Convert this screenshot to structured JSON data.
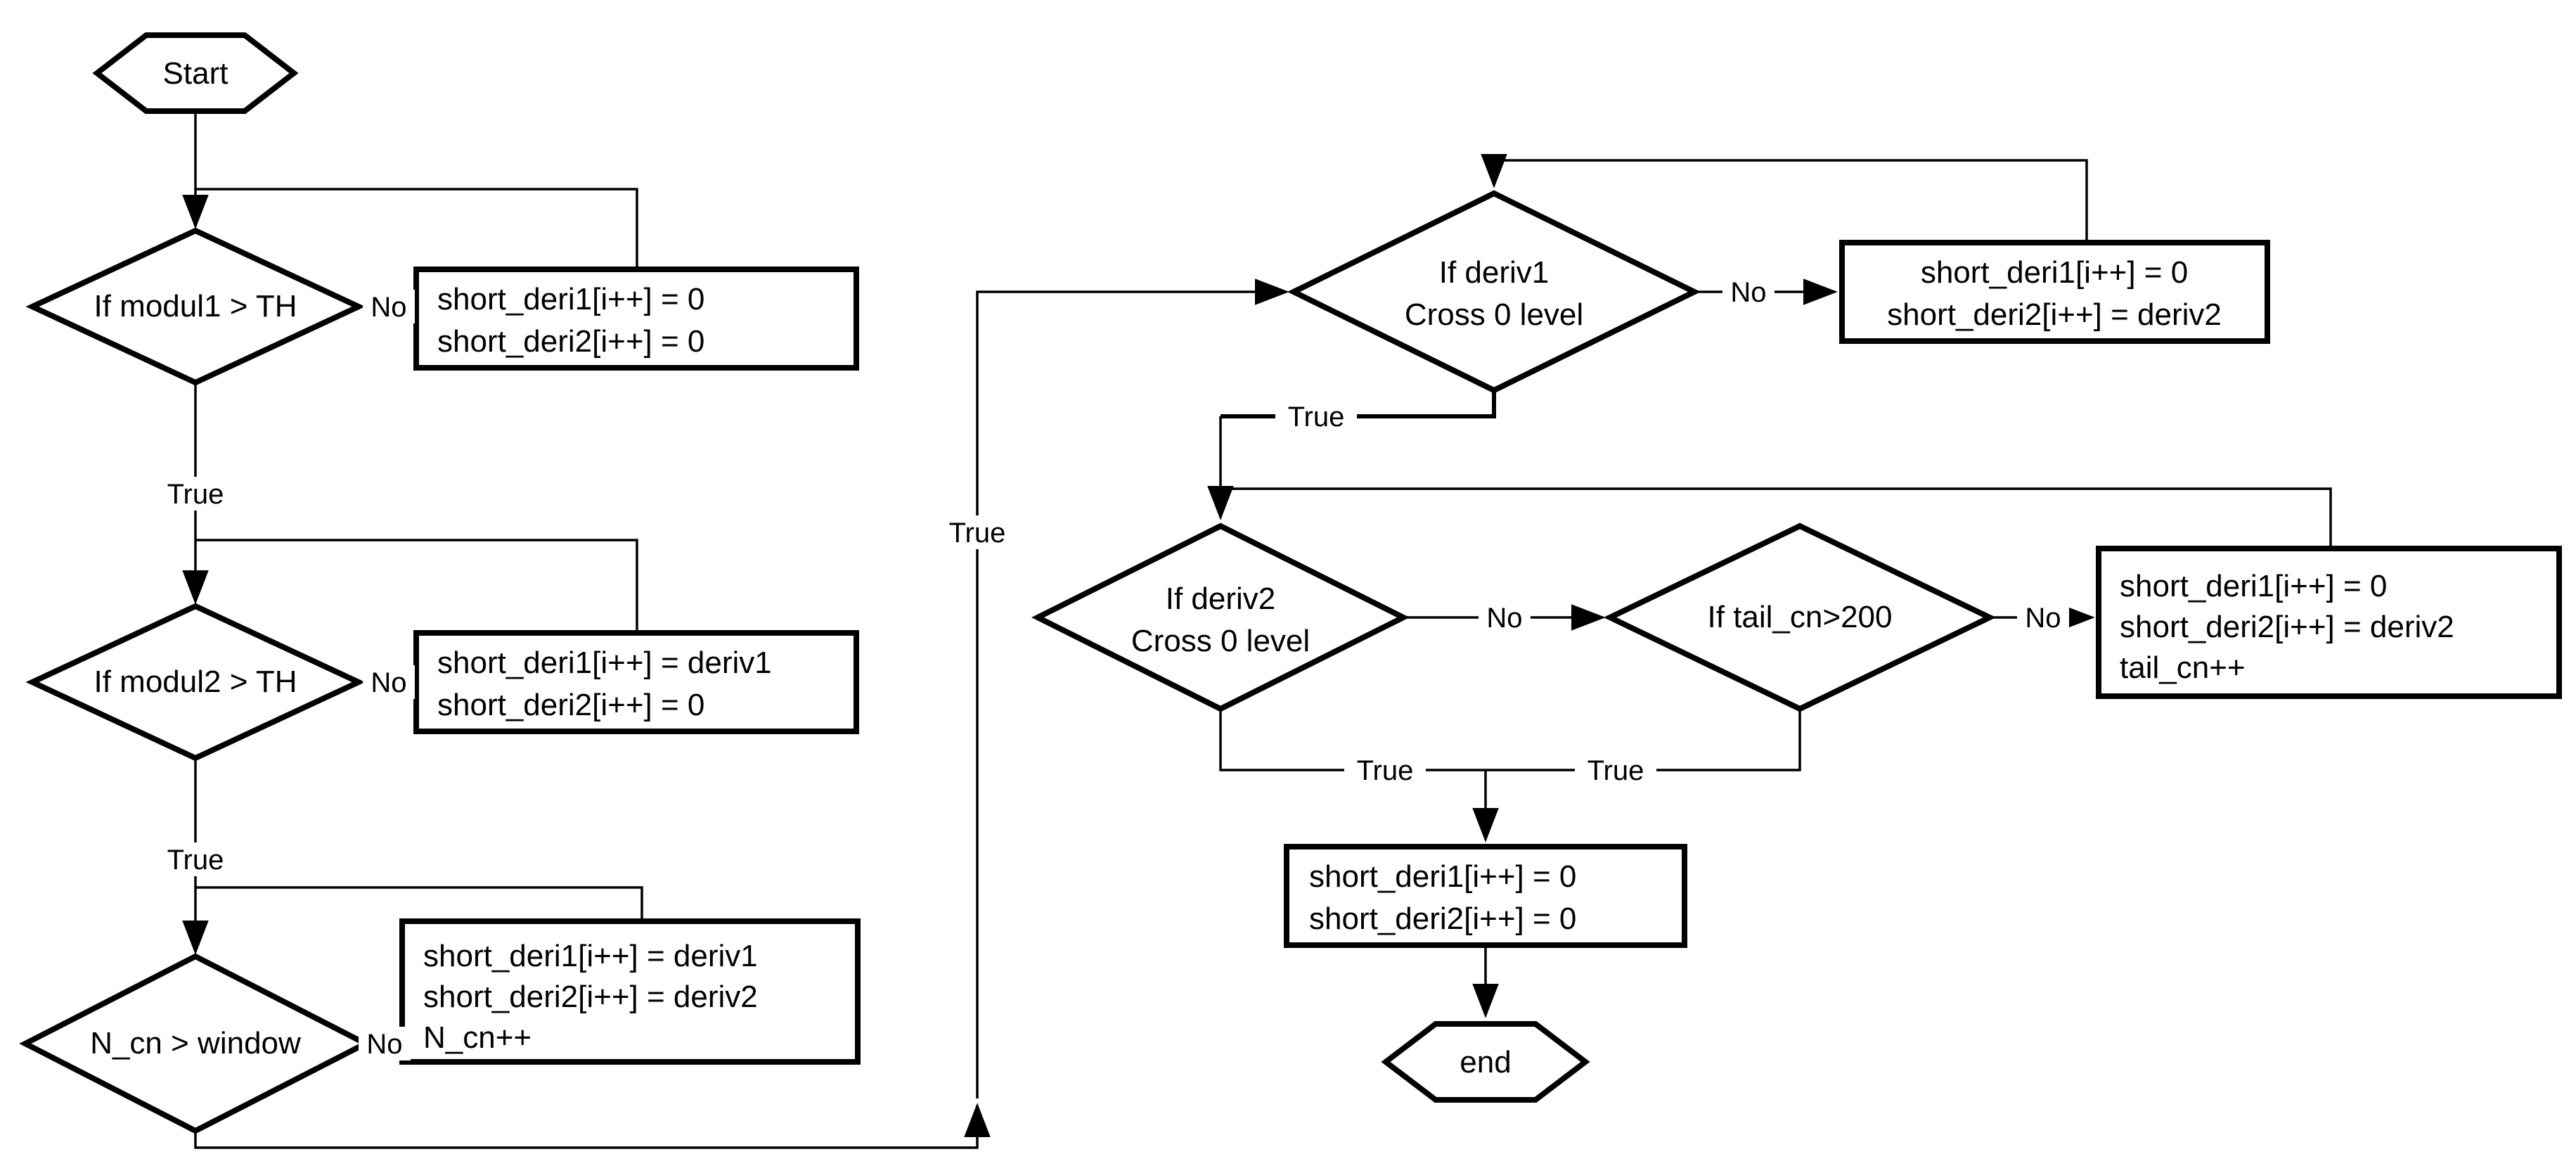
{
  "diagram": {
    "background_color": "#ffffff",
    "stroke_color": "#000000",
    "nodes": {
      "start": {
        "type": "terminator",
        "label": "Start"
      },
      "d_modul1": {
        "type": "decision",
        "label": "If modul1 > TH"
      },
      "box_modul1_no": {
        "type": "process",
        "lines": [
          "short_deri1[i++] = 0",
          "short_deri2[i++] = 0"
        ]
      },
      "d_modul2": {
        "type": "decision",
        "label": "If modul2 > TH"
      },
      "box_modul2_no": {
        "type": "process",
        "lines": [
          "short_deri1[i++] = deriv1",
          "short_deri2[i++] = 0"
        ]
      },
      "d_ncn": {
        "type": "decision",
        "label": "N_cn > window"
      },
      "box_ncn_no": {
        "type": "process",
        "lines": [
          "short_deri1[i++] = deriv1",
          "short_deri2[i++] = deriv2",
          "N_cn++"
        ]
      },
      "d_deriv1": {
        "type": "decision",
        "lines": [
          "If deriv1",
          "Cross 0 level"
        ]
      },
      "box_deriv1_no": {
        "type": "process",
        "lines": [
          "short_deri1[i++] = 0",
          "short_deri2[i++] = deriv2"
        ]
      },
      "d_deriv2": {
        "type": "decision",
        "lines": [
          "If deriv2",
          "Cross 0 level"
        ]
      },
      "d_tailcn": {
        "type": "decision",
        "label": "If tail_cn>200"
      },
      "box_tailcn_no": {
        "type": "process",
        "lines": [
          "short_deri1[i++] = 0",
          "short_deri2[i++] = deriv2",
          "tail_cn++"
        ]
      },
      "box_zero": {
        "type": "process",
        "lines": [
          "short_deri1[i++] = 0",
          "short_deri2[i++] = 0"
        ]
      },
      "end": {
        "type": "terminator",
        "label": "end"
      }
    },
    "edge_labels": {
      "no1": "No",
      "no2": "No",
      "no3": "No",
      "no4": "No",
      "no5": "No",
      "no6": "No",
      "true1": "True",
      "true2": "True",
      "true_feedback": "True",
      "true_deriv1": "True",
      "true_deriv2": "True",
      "true_tailcn": "True"
    }
  }
}
